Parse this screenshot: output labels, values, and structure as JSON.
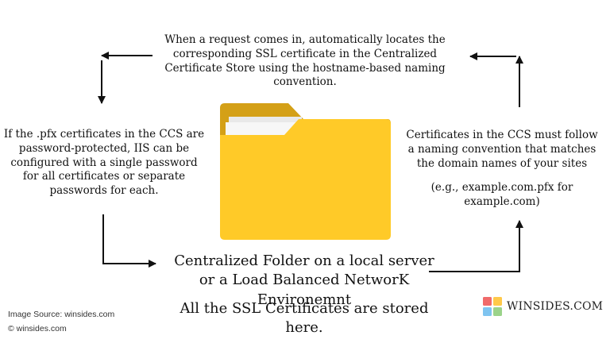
{
  "steps": {
    "top": "When a request comes in, automatically locates the corresponding SSL certificate in the Centralized Certificate Store using the hostname-based naming convention.",
    "left": "If the .pfx certificates in the CCS are password-protected, IIS can be configured with a single password for all certificates or separate passwords for each.",
    "right": "Certificates in the CCS must follow a naming convention that matches the domain names of your sites",
    "right_example": "(e.g., example.com.pfx for example.com)"
  },
  "center": {
    "title": "Centralized Folder on a local server or a Load Balanced NetworK Environemnt",
    "subtitle": "All the SSL Certificates are stored here."
  },
  "footer": {
    "source": "Image Source: winsides.com",
    "copyright": "winsides.com"
  },
  "brand": {
    "name": "WINSIDES.COM"
  },
  "icons": {
    "center": "folder-icon",
    "copyright": "copyright-icon",
    "brand": "winsides-logo-icon"
  },
  "colors": {
    "folder_back": "#D4A017",
    "folder_front": "#FFCA28",
    "paper": "#F2F2F2",
    "arrow": "#111111",
    "logo": [
      "#F06A6A",
      "#FFC94A",
      "#7FC4F0",
      "#9BD38A"
    ]
  }
}
